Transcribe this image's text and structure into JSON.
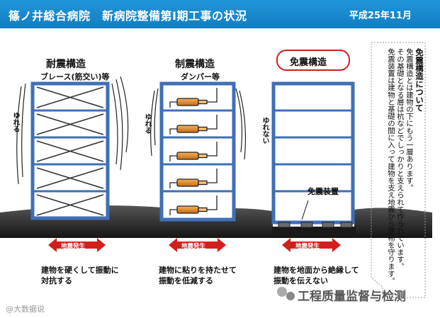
{
  "header": {
    "title": "篠ノ井総合病院　新病院整備第Ⅰ期工事の状況",
    "date": "平成25年11月"
  },
  "panels": [
    {
      "title": "耐震構造",
      "subtitle": "ブレース(筋交い)等",
      "motion": "ゆれる",
      "eq_label": "地震発生",
      "caption": "建物を硬くして振動に\n対抗する"
    },
    {
      "title": "制震構造",
      "subtitle": "ダンパー等",
      "motion": "ゆれる",
      "eq_label": "地震発生",
      "caption": "建物に粘りを持たせて\n振動を低減する"
    },
    {
      "title": "免震構造",
      "motion": "ゆれない",
      "device": "免震装置",
      "eq_label": "地震発生",
      "caption": "建物を地面から絶縁して\n振動を伝えない"
    }
  ],
  "note": {
    "heading": "免震構造について",
    "lines": [
      "免震構造とは建物の下にもう一層あります。",
      "その基礎となる層は杭などでしっかりと支えられて作られています。",
      "免震装置は建物と基礎の間に入って建物を支え地震から建物を守ります。"
    ]
  },
  "watermarks": {
    "left": "@大数据说",
    "right": "工程质量监督与检测"
  },
  "colors": {
    "header": "#1879c0",
    "frame": "#3f6fb6",
    "arrow": "#d1201b",
    "ground": "#333333",
    "damper": "#e08a2a"
  }
}
